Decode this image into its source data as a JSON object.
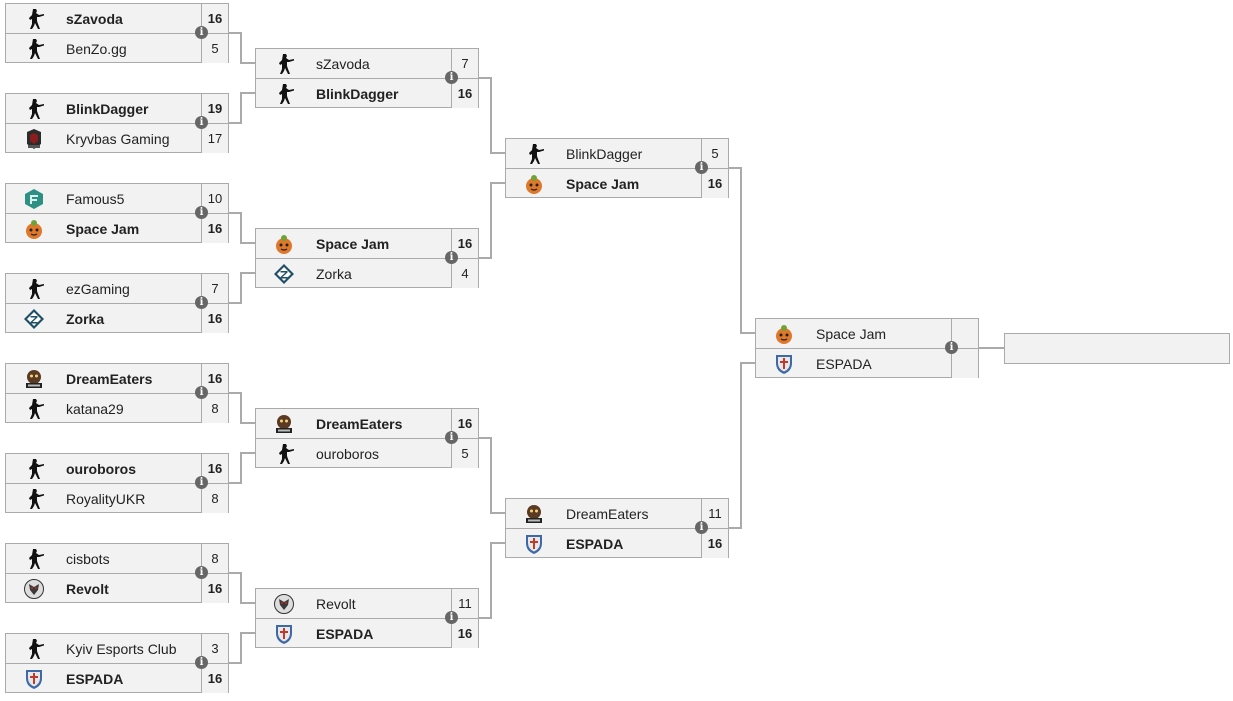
{
  "rounds": [
    {
      "matches": [
        {
          "teams": [
            {
              "name": "sZavoda",
              "score": "16",
              "logo": "soldier",
              "win": true
            },
            {
              "name": "BenZo.gg",
              "score": "5",
              "logo": "soldier",
              "win": false
            }
          ]
        },
        {
          "teams": [
            {
              "name": "BlinkDagger",
              "score": "19",
              "logo": "soldier",
              "win": true
            },
            {
              "name": "Kryvbas Gaming",
              "score": "17",
              "logo": "kryvbas",
              "win": false
            }
          ]
        },
        {
          "teams": [
            {
              "name": "Famous5",
              "score": "10",
              "logo": "famous5",
              "win": false
            },
            {
              "name": "Space Jam",
              "score": "16",
              "logo": "spacejam",
              "win": true
            }
          ]
        },
        {
          "teams": [
            {
              "name": "ezGaming",
              "score": "7",
              "logo": "soldier",
              "win": false
            },
            {
              "name": "Zorka",
              "score": "16",
              "logo": "zorka",
              "win": true
            }
          ]
        },
        {
          "teams": [
            {
              "name": "DreamEaters",
              "score": "16",
              "logo": "dreameaters",
              "win": true
            },
            {
              "name": "katana29",
              "score": "8",
              "logo": "soldier",
              "win": false
            }
          ]
        },
        {
          "teams": [
            {
              "name": "ouroboros",
              "score": "16",
              "logo": "soldier",
              "win": true
            },
            {
              "name": "RoyalityUKR",
              "score": "8",
              "logo": "soldier",
              "win": false
            }
          ]
        },
        {
          "teams": [
            {
              "name": "cisbots",
              "score": "8",
              "logo": "soldier",
              "win": false
            },
            {
              "name": "Revolt",
              "score": "16",
              "logo": "revolt",
              "win": true
            }
          ]
        },
        {
          "teams": [
            {
              "name": "Kyiv Esports Club",
              "score": "3",
              "logo": "soldier",
              "win": false
            },
            {
              "name": "ESPADA",
              "score": "16",
              "logo": "espada",
              "win": true
            }
          ]
        }
      ]
    },
    {
      "matches": [
        {
          "teams": [
            {
              "name": "sZavoda",
              "score": "7",
              "logo": "soldier",
              "win": false
            },
            {
              "name": "BlinkDagger",
              "score": "16",
              "logo": "soldier",
              "win": true
            }
          ]
        },
        {
          "teams": [
            {
              "name": "Space Jam",
              "score": "16",
              "logo": "spacejam",
              "win": true
            },
            {
              "name": "Zorka",
              "score": "4",
              "logo": "zorka",
              "win": false
            }
          ]
        },
        {
          "teams": [
            {
              "name": "DreamEaters",
              "score": "16",
              "logo": "dreameaters",
              "win": true
            },
            {
              "name": "ouroboros",
              "score": "5",
              "logo": "soldier",
              "win": false
            }
          ]
        },
        {
          "teams": [
            {
              "name": "Revolt",
              "score": "11",
              "logo": "revolt",
              "win": false
            },
            {
              "name": "ESPADA",
              "score": "16",
              "logo": "espada",
              "win": true
            }
          ]
        }
      ]
    },
    {
      "matches": [
        {
          "teams": [
            {
              "name": "BlinkDagger",
              "score": "5",
              "logo": "soldier",
              "win": false
            },
            {
              "name": "Space Jam",
              "score": "16",
              "logo": "spacejam",
              "win": true
            }
          ]
        },
        {
          "teams": [
            {
              "name": "DreamEaters",
              "score": "11",
              "logo": "dreameaters",
              "win": false
            },
            {
              "name": "ESPADA",
              "score": "16",
              "logo": "espada",
              "win": true
            }
          ]
        }
      ]
    },
    {
      "matches": [
        {
          "teams": [
            {
              "name": "Space Jam",
              "score": "",
              "logo": "spacejam",
              "win": false
            },
            {
              "name": "ESPADA",
              "score": "",
              "logo": "espada",
              "win": false
            }
          ]
        }
      ]
    }
  ],
  "info_glyph": "i",
  "colors": {
    "box_bg": "#f2f2f2",
    "border": "#aaaaaa",
    "connector": "#aaaaaa",
    "info": "#666666"
  }
}
